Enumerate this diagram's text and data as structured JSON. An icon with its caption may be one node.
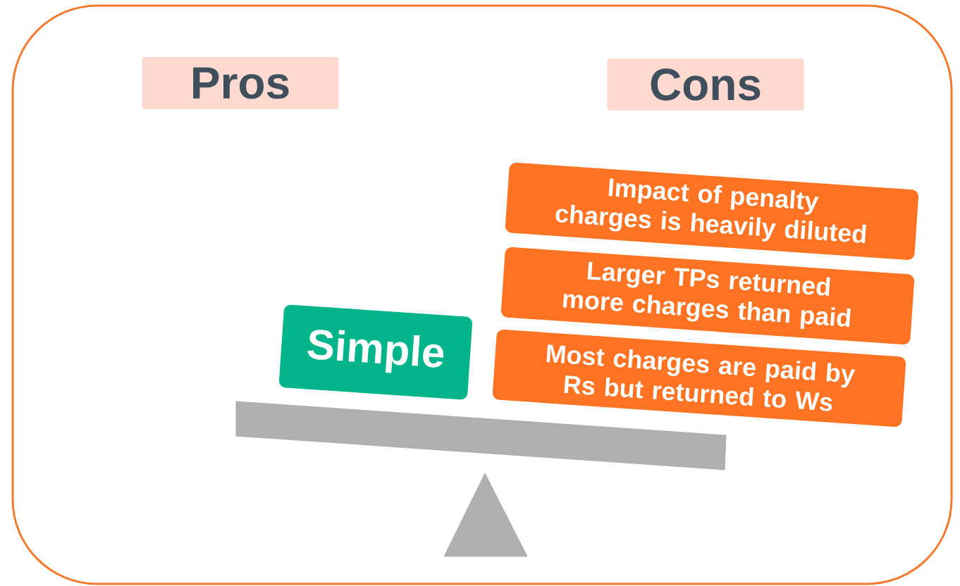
{
  "diagram": {
    "nodes": [
      {
        "text": [
          "Pros"
        ]
      },
      {
        "text": [
          "Cons"
        ]
      },
      {
        "text": [
          "Simple"
        ]
      },
      {
        "text": [
          "Impact of penalty charges is heavily diluted"
        ]
      },
      {
        "text": [
          "Larger TPs returned more charges than paid"
        ]
      },
      {
        "text": [
          "Most charges are paid by Rs but returned to Ws"
        ]
      }
    ]
  }
}
